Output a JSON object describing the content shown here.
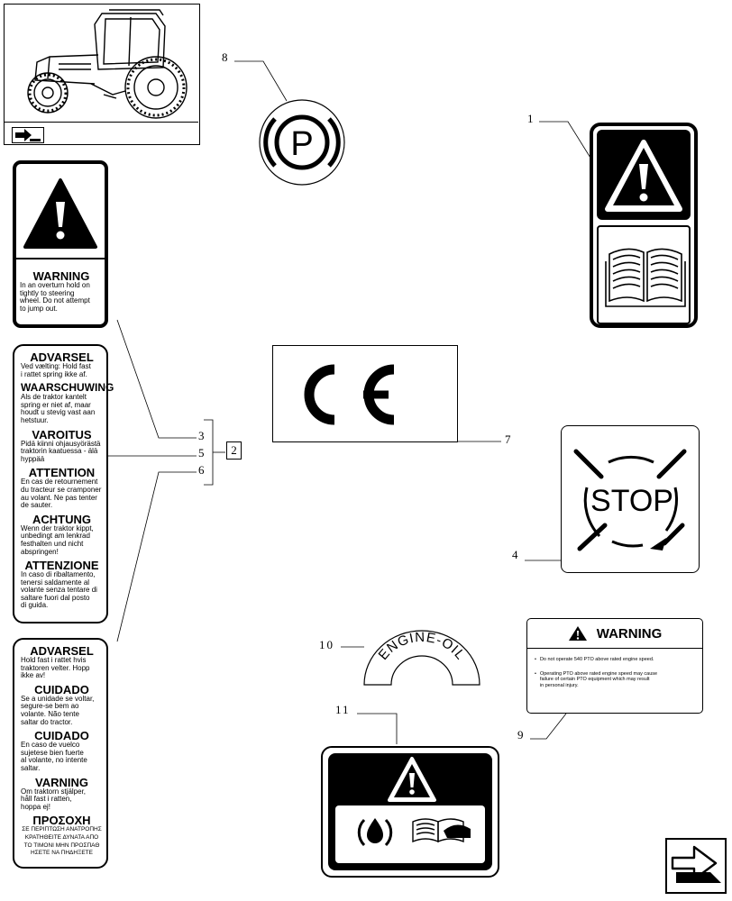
{
  "callouts": {
    "c1": "1",
    "c2": "2",
    "c3": "3",
    "c4": "4",
    "c5": "5",
    "c6": "6",
    "c7": "7",
    "c8": "8",
    "c9": "9",
    "c10": "10",
    "c11": "11"
  },
  "decal_3_warning": {
    "title": "WARNING",
    "lines": [
      "In an overturn hold on",
      "tightly to steering",
      "wheel. Do not attempt",
      "to jump out."
    ]
  },
  "decal_5_languages": [
    {
      "title": "ADVARSEL",
      "lines": [
        "Ved vælting: Hold fast",
        "i rattet spring ikke af."
      ]
    },
    {
      "title": "WAARSCHUWING",
      "lines": [
        "Als de traktor kantelt",
        "spring er niet af, maar",
        "houdt u stevig vast aan",
        "hetstuur."
      ]
    },
    {
      "title": "VAROITUS",
      "lines": [
        "Pidä kiinni ohjausyörästä",
        "traktorin kaatuessa - älä",
        "hyppää"
      ]
    },
    {
      "title": "ATTENTION",
      "lines": [
        "En cas de retournement",
        "du tracteur se cramponer",
        "au volant. Ne pas tenter",
        "de sauter."
      ]
    },
    {
      "title": "ACHTUNG",
      "lines": [
        "Wenn der traktor kippt,",
        "unbedingt am lenkrad",
        "festhalten und nicht",
        "abspringen!"
      ]
    },
    {
      "title": "ATTENZIONE",
      "lines": [
        "In caso di ribaltamento,",
        "tenersi saldamente al",
        "volante senza tentare di",
        "saltare fuori dal posto",
        "di guida."
      ]
    }
  ],
  "decal_6_languages": [
    {
      "title": "ADVARSEL",
      "lines": [
        "Hold fast i rattet hvis",
        "traktoren velter. Hopp",
        "ikke av!"
      ]
    },
    {
      "title": "CUIDADO",
      "lines": [
        "Se a unidade se voltar,",
        "segure-se bem ao",
        "volante. Não tente",
        "saltar do tractor."
      ]
    },
    {
      "title": "CUIDADO",
      "lines": [
        "En caso de vuelco",
        "sujetese bien fuerte",
        "al volante, no intente",
        "saltar."
      ]
    },
    {
      "title": "VARNING",
      "lines": [
        "Om traktorn stjälper,",
        "håll fast i ratten,",
        "hoppa ej!"
      ]
    },
    {
      "title": "ΠΡΟΣΟΧΗ",
      "lines": [
        "ΣΕ ΠΕΡΙΠΤΩΣΗ ΑΝΑΤΡΟΠΗΣ",
        "ΚΡΑΤΗΘΕΙΤΕ ΔΥΝΑΤΑ ΑΠΟ",
        "ΤΟ ΤΙΜΟΝΙ ΜΗΝ ΠΡΟΣΠΑΘ",
        "ΗΣΕΤΕ ΝΑ ΠΗΔΗΞΕΤΕ"
      ]
    }
  ],
  "decal_9": {
    "header": "WARNING",
    "bullet1": "Do not operate 540 PTO above rated engine speed.",
    "bullet2_lines": [
      "Operating PTO above rated engine speed may cause",
      "failure of certain PTO equipment which may result",
      "in personal injury."
    ]
  },
  "decal_4_text": "STOP",
  "decal_7_text": "CE",
  "decal_8_text": "P",
  "decal_10_text": "ENGINE-OIL",
  "icons": [
    "tractor-thumbnail",
    "warning-triangle-icon",
    "manual-book-icon",
    "parking-brake-icon",
    "ce-mark",
    "stop-pto-icon",
    "oil-drop-icon",
    "manual-reading-icon",
    "next-page-arrow-icon"
  ]
}
